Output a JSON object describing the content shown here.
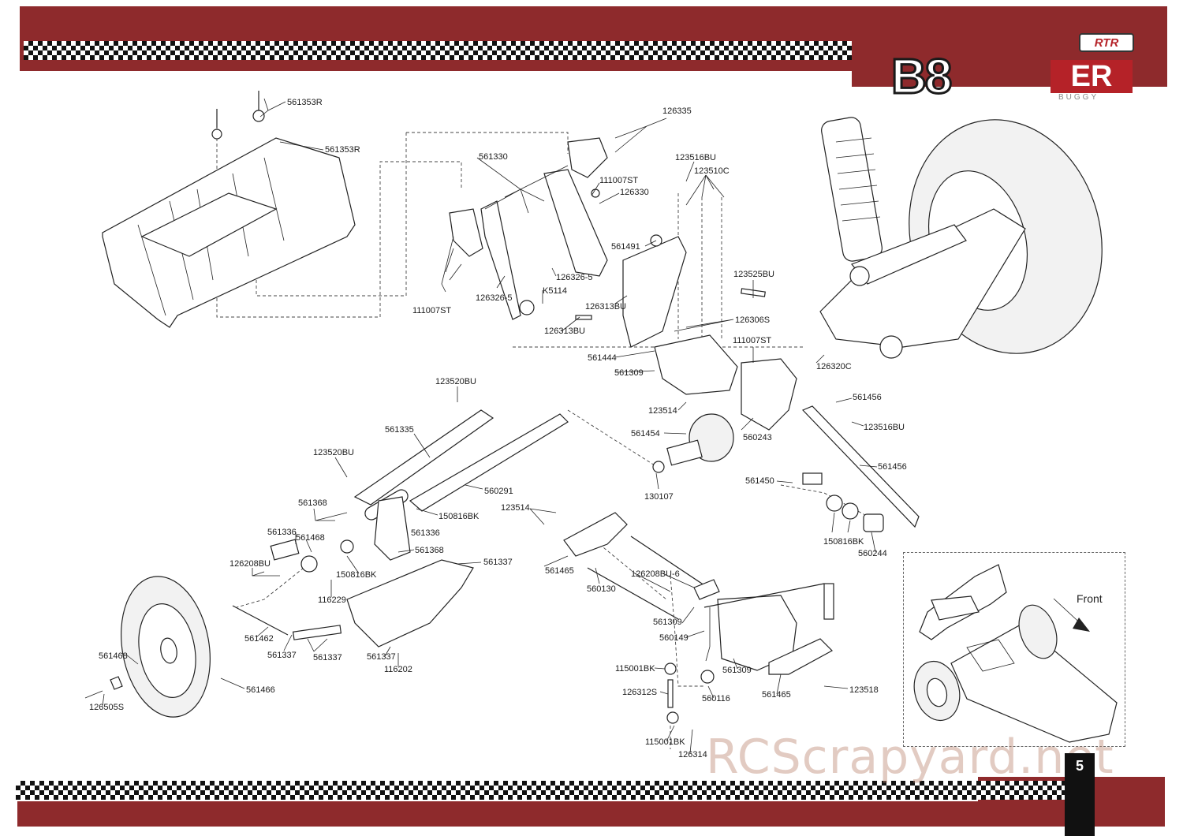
{
  "header": {
    "logo_badge": "RTR",
    "logo_main": "B8",
    "logo_suffix": "ER",
    "logo_sub": "BUGGY"
  },
  "page_number": "5",
  "watermark": "RCScrapyard.net",
  "inset": {
    "label": "Front"
  },
  "parts": {
    "p1": "561353R",
    "p2": "561353R",
    "p3": "126335",
    "p4": "561330",
    "p5": "111007ST",
    "p6": "126330",
    "p7": "123516BU",
    "p8": "123510C",
    "p9": "561491",
    "p10": "123525BU",
    "p11": "126326-5",
    "p12": "126326-5",
    "p13": "K5114",
    "p14": "111007ST",
    "p15": "126313BU",
    "p16": "126313BU",
    "p17": "126306S",
    "p18": "111007ST",
    "p19": "561444",
    "p20": "561309",
    "p21": "126320C",
    "p22": "123514",
    "p23": "561456",
    "p24": "123516BU",
    "p25": "560243",
    "p26": "561454",
    "p27": "123520BU",
    "p28": "561335",
    "p29": "123520BU",
    "p30": "561456",
    "p31": "561450",
    "p32": "560291",
    "p33": "130107",
    "p34": "150816BK",
    "p35": "561368",
    "p36": "561336",
    "p37": "561336",
    "p38": "561468",
    "p39": "561368",
    "p40": "123514",
    "p41": "150816BK",
    "p42": "560244",
    "p43": "126208BU",
    "p44": "150816BK",
    "p45": "561337",
    "p46": "561465",
    "p47": "126208BU-6",
    "p48": "560130",
    "p49": "116229",
    "p50": "561309",
    "p51": "560149",
    "p52": "561462",
    "p53": "561337",
    "p54": "561337",
    "p55": "561337",
    "p56": "561468",
    "p57": "116202",
    "p58": "115001BK",
    "p59": "561309",
    "p60": "561466",
    "p61": "126312S",
    "p62": "560116",
    "p63": "561465",
    "p64": "123518",
    "p65": "126505S",
    "p66": "115001BK",
    "p67": "126314"
  }
}
